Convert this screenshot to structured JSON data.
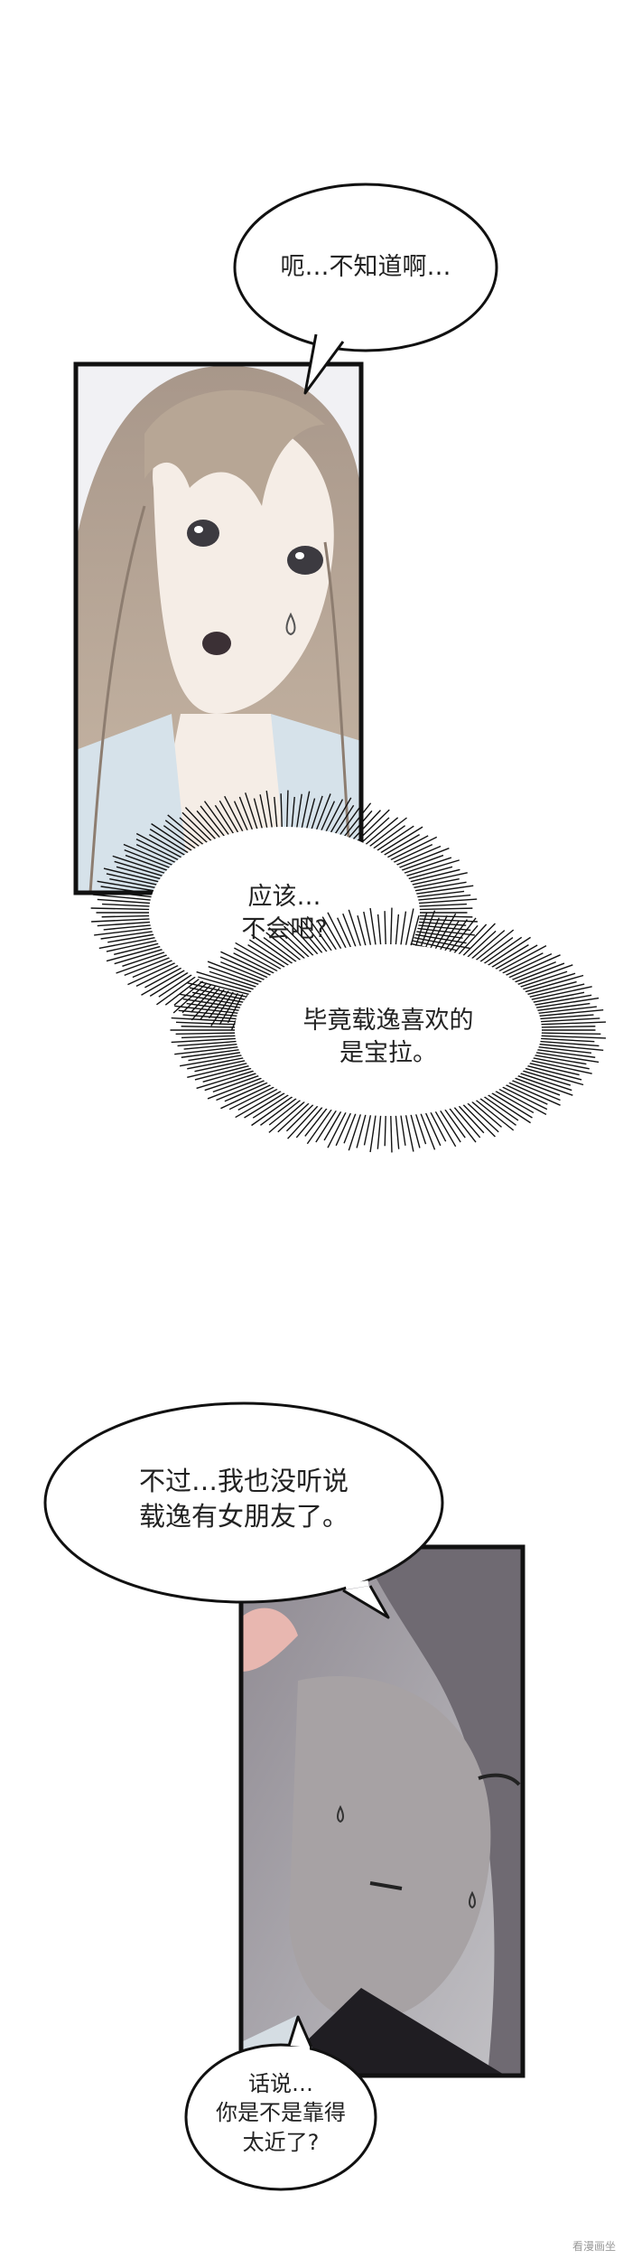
{
  "panel1": {
    "bubble_top": "呃…不知道啊…",
    "bubble_burst_1": "应该…\n不会吧?",
    "bubble_burst_2": "毕竟载逸喜欢的\n是宝拉。"
  },
  "panel2": {
    "bubble_main": "不过…我也没听说\n载逸有女朋友了。",
    "bubble_bottom": "话说…\n你是不是靠得\n太近了?"
  },
  "watermark": "看漫画坐"
}
